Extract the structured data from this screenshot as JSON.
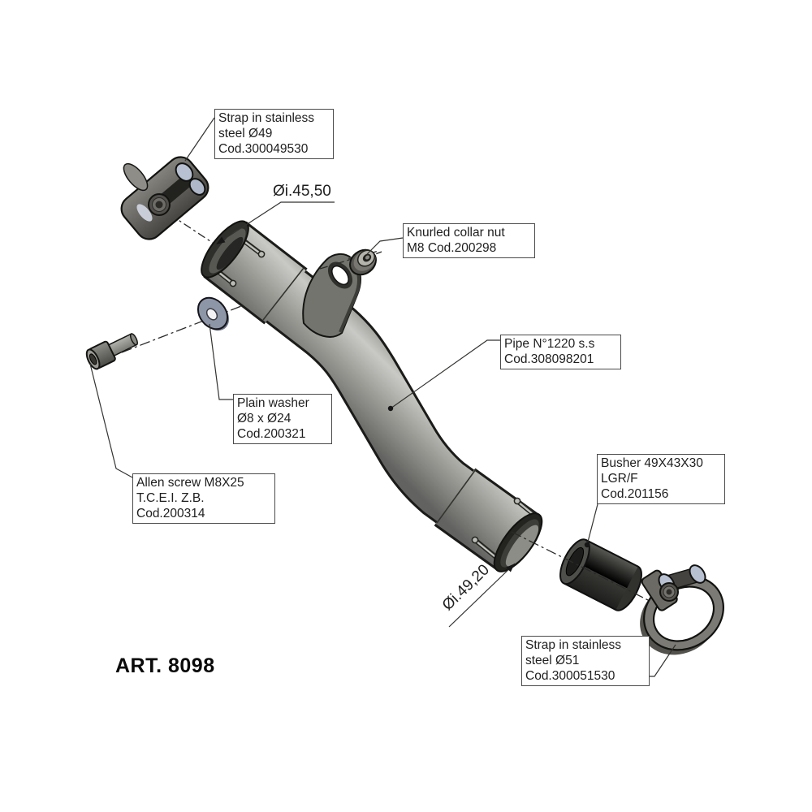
{
  "art_label": "ART. 8098",
  "labels": {
    "strap49": {
      "lines": [
        "Strap in stainless",
        "steel Ø49",
        "Cod.300049530"
      ]
    },
    "knurled_nut": {
      "lines": [
        "Knurled collar nut",
        "M8 Cod.200298"
      ]
    },
    "pipe": {
      "lines": [
        "Pipe N°1220 s.s",
        "Cod.308098201"
      ]
    },
    "plain_washer": {
      "lines": [
        "Plain washer",
        "Ø8 x Ø24",
        "Cod.200321"
      ]
    },
    "allen_screw": {
      "lines": [
        "Allen screw M8X25",
        "T.C.E.I. Z.B.",
        "Cod.200314"
      ]
    },
    "busher": {
      "lines": [
        "Busher 49X43X30",
        "LGR/F",
        "Cod.201156"
      ]
    },
    "strap51": {
      "lines": [
        "Strap in stainless",
        "steel Ø51",
        "Cod.300051530"
      ]
    }
  },
  "dimensions": {
    "top_inner_diameter": "Øi.45,50",
    "bottom_inner_diameter": "Øi.49,20"
  },
  "colors": {
    "background": "#ffffff",
    "outline": "#1b1b19",
    "pipe_gray": "#9b9b96",
    "pipe_highlight": "#c9c9c5",
    "dark_part": "#3a3a38",
    "clamp_gray": "#64635e",
    "washer_blue_gray": "#8d96a6",
    "bolt_highlight": "#b7c1d1",
    "label_border": "#4a4a4a"
  }
}
